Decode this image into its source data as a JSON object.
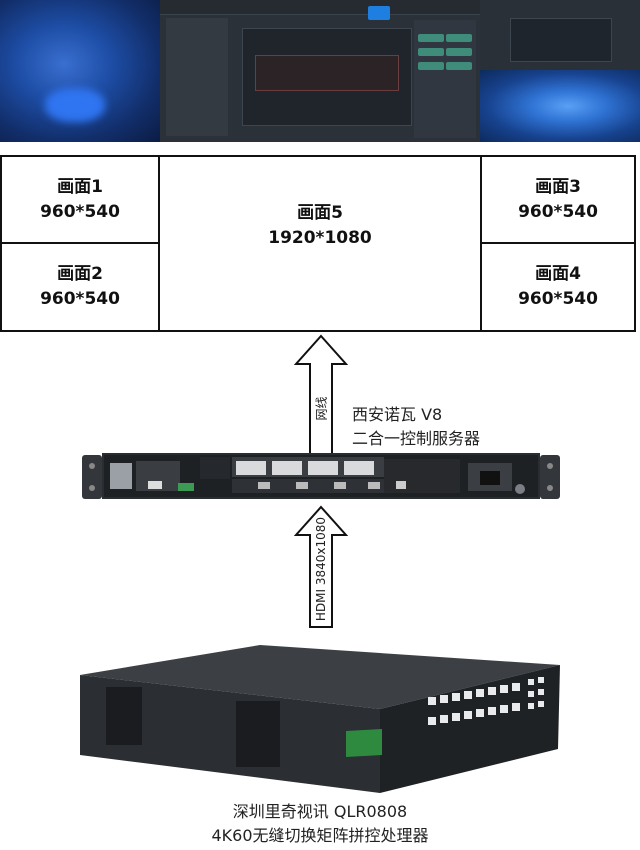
{
  "layout": {
    "screens": [
      {
        "name": "画面1",
        "resolution": "960*540"
      },
      {
        "name": "画面2",
        "resolution": "960*540"
      },
      {
        "name": "画面3",
        "resolution": "960*540"
      },
      {
        "name": "画面4",
        "resolution": "960*540"
      },
      {
        "name": "画面5",
        "resolution": "1920*1080"
      }
    ]
  },
  "arrow_top": {
    "label": "网线"
  },
  "arrow_bottom": {
    "label": "HDMI 3840x1080"
  },
  "controller": {
    "line1": "西安诺瓦 V8",
    "line2": "二合一控制服务器"
  },
  "processor": {
    "line1": "深圳里奇视讯 QLR0808",
    "line2": "4K60无缝切换矩阵拼控处理器"
  },
  "colors": {
    "border": "#111111",
    "arrow_fill": "#ffffff",
    "device_body": "#2a2d31"
  }
}
